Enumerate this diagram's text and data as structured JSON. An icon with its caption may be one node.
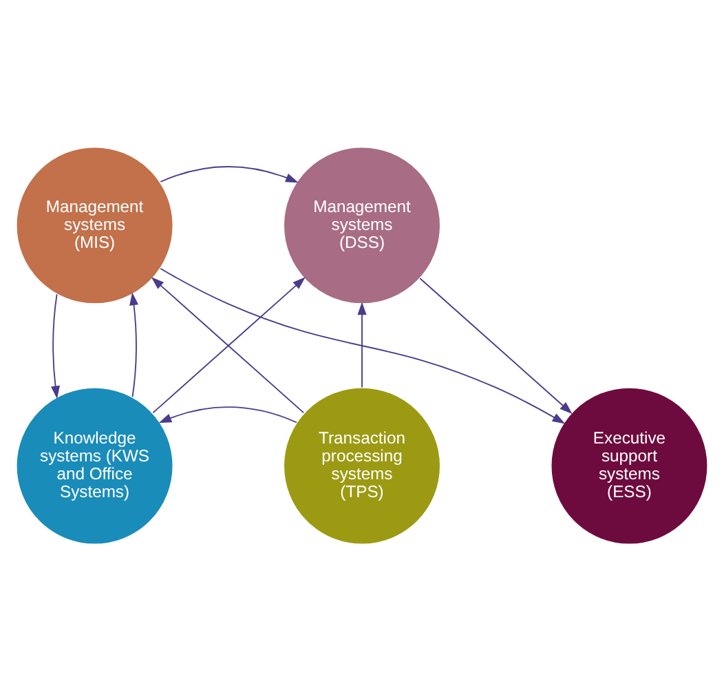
{
  "diagram": {
    "nodes": [
      {
        "text": [
          "Executive support systems (ESS)"
        ]
      },
      {
        "text": [
          "Management systems (MIS)"
        ]
      },
      {
        "text": [
          "Management systems (DSS)"
        ]
      },
      {
        "text": [
          "Knowledge systems (KWS and Office Systems)"
        ]
      },
      {
        "text": [
          "Transaction processing systems (TPS)"
        ]
      }
    ],
    "edges": [
      {
        "from": 1,
        "to": 0,
        "arrow": "to"
      },
      {
        "from": 2,
        "to": 0,
        "arrow": "to"
      },
      {
        "from": 1,
        "to": 2,
        "arrow": "to"
      },
      {
        "from": 3,
        "to": 1,
        "arrow": "to"
      },
      {
        "from": 1,
        "to": 3,
        "arrow": "to"
      },
      {
        "from": 3,
        "to": 2,
        "arrow": "to"
      },
      {
        "from": 4,
        "to": 1,
        "arrow": "to"
      },
      {
        "from": 4,
        "to": 3,
        "arrow": "to"
      },
      {
        "from": 4,
        "to": 2,
        "arrow": "to"
      }
    ]
  }
}
